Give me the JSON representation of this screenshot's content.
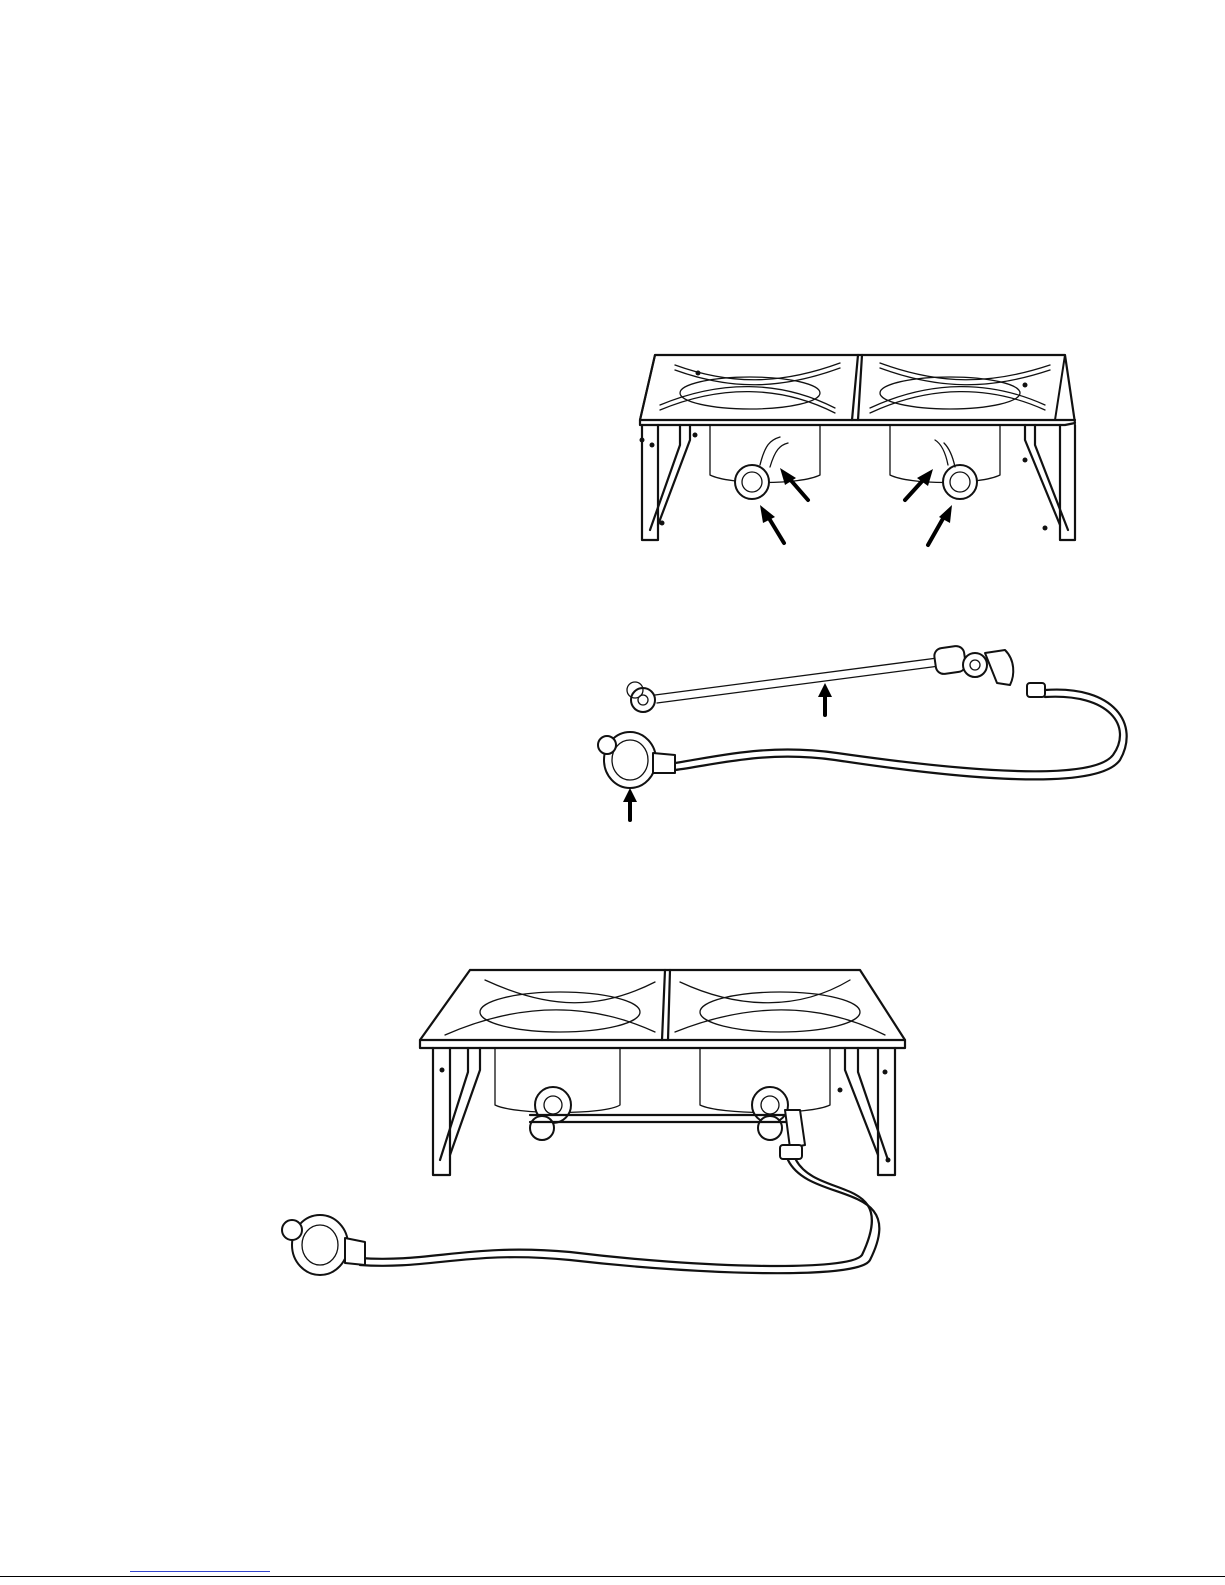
{
  "diagram": {
    "figures": [
      {
        "name": "double-burner-stand",
        "parts": [
          "frame",
          "burner-left",
          "burner-right",
          "air-shutter-left",
          "air-shutter-right",
          "valve-left",
          "valve-right"
        ]
      },
      {
        "name": "manifold-and-regulator-hose",
        "parts": [
          "manifold-pipe",
          "hose",
          "regulator"
        ]
      },
      {
        "name": "assembled-stove",
        "parts": [
          "frame",
          "burners",
          "manifold-pipe",
          "hose",
          "regulator"
        ]
      }
    ],
    "callout_arrows": 6
  },
  "colors": {
    "line": "#111111",
    "background": "#ffffff",
    "footer_link": "#3344cc"
  }
}
